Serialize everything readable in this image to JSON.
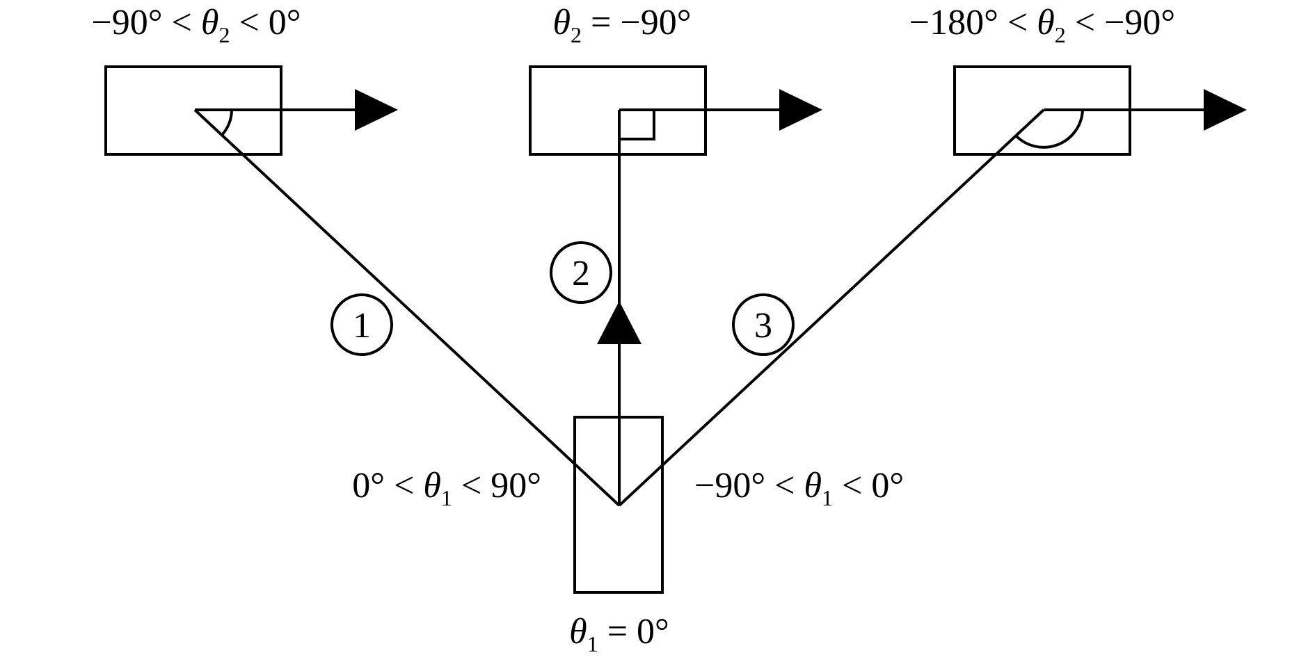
{
  "labels": {
    "top_left": {
      "pre": "−90° < ",
      "sym": "θ",
      "sub": "2",
      "post": " < 0°"
    },
    "top_middle": {
      "pre": "",
      "sym": "θ",
      "sub": "2",
      "post": " = −90°"
    },
    "top_right": {
      "pre": "−180° < ",
      "sym": "θ",
      "sub": "2",
      "post": " < −90°"
    },
    "bottom_left": {
      "pre": "0° < ",
      "sym": "θ",
      "sub": "1",
      "post": " < 90°"
    },
    "bottom_right": {
      "pre": "−90° < ",
      "sym": "θ",
      "sub": "1",
      "post": " < 0°"
    },
    "bottom_center": {
      "pre": "",
      "sym": "θ",
      "sub": "1",
      "post": " = 0°"
    }
  },
  "paths": [
    {
      "number": "1"
    },
    {
      "number": "2"
    },
    {
      "number": "3"
    }
  ],
  "colors": {
    "stroke": "#000000",
    "background": "#ffffff"
  }
}
